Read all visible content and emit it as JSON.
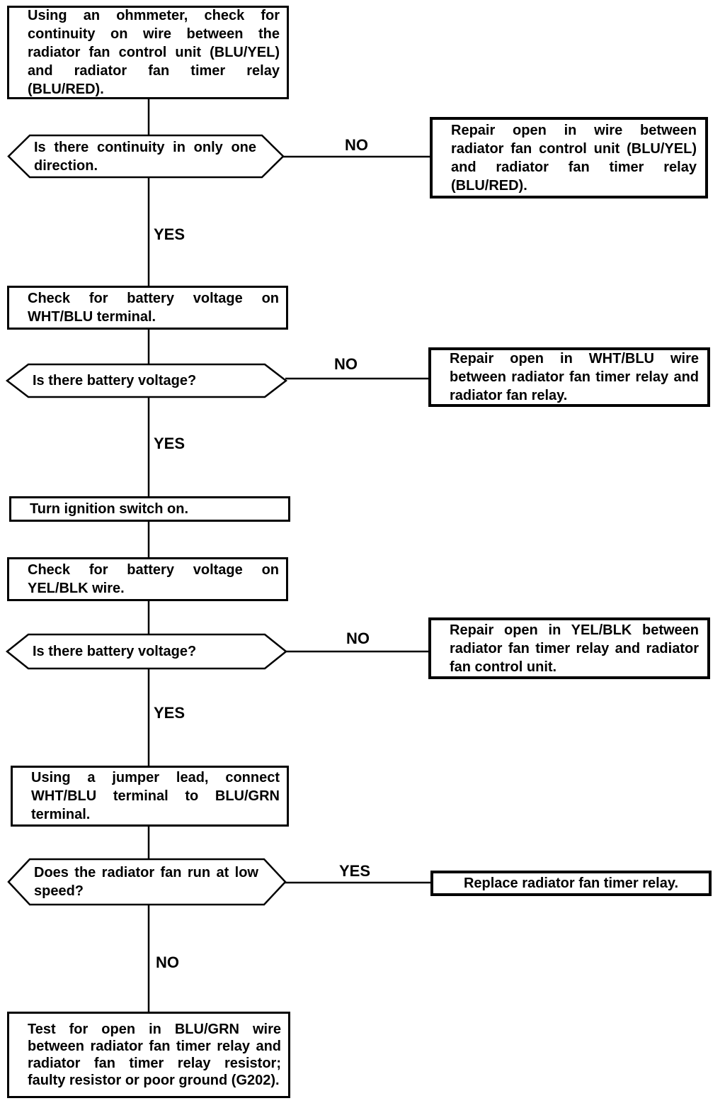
{
  "diagram_type": "flowchart",
  "subject": "radiator fan timer relay troubleshooting",
  "colors": {
    "ink": "#000000",
    "paper": "#ffffff"
  },
  "nodes": {
    "step1": {
      "type": "process",
      "text": "Using an ohmmeter, check for continuity on wire between the radiator fan control unit (BLU/YEL) and radiator fan timer relay (BLU/RED)."
    },
    "decision1": {
      "type": "decision",
      "text": "Is there continuity in only one direction."
    },
    "repair1": {
      "type": "action",
      "text": "Repair open in wire between radiator fan control unit (BLU/YEL) and radiator fan timer relay (BLU/RED)."
    },
    "step2": {
      "type": "process",
      "text": "Check for battery voltage on WHT/BLU terminal."
    },
    "decision2": {
      "type": "decision",
      "text": "Is there battery voltage?"
    },
    "repair2": {
      "type": "action",
      "text": "Repair open in WHT/BLU wire between radiator fan timer relay and radiator fan relay."
    },
    "step3": {
      "type": "process",
      "text": "Turn ignition switch on."
    },
    "step4": {
      "type": "process",
      "text": "Check for battery voltage on YEL/BLK wire."
    },
    "decision3": {
      "type": "decision",
      "text": "Is there battery voltage?"
    },
    "repair3": {
      "type": "action",
      "text": "Repair open in YEL/BLK between radiator fan timer relay and radiator fan control unit."
    },
    "step5": {
      "type": "process",
      "text": "Using a jumper lead, connect WHT/BLU terminal to BLU/GRN terminal."
    },
    "decision4": {
      "type": "decision",
      "text": "Does the radiator fan run at low speed?"
    },
    "replace": {
      "type": "action",
      "text": "Replace radiator fan timer relay."
    },
    "step6": {
      "type": "process",
      "text": "Test for open in BLU/GRN wire between radiator fan timer relay and radiator fan timer relay resistor; faulty resistor or poor ground (G202)."
    }
  },
  "edge_labels": {
    "decision1_no": "NO",
    "decision1_yes": "YES",
    "decision2_no": "NO",
    "decision2_yes": "YES",
    "decision3_no": "NO",
    "decision3_yes": "YES",
    "decision4_yes": "YES",
    "decision4_no": "NO"
  }
}
